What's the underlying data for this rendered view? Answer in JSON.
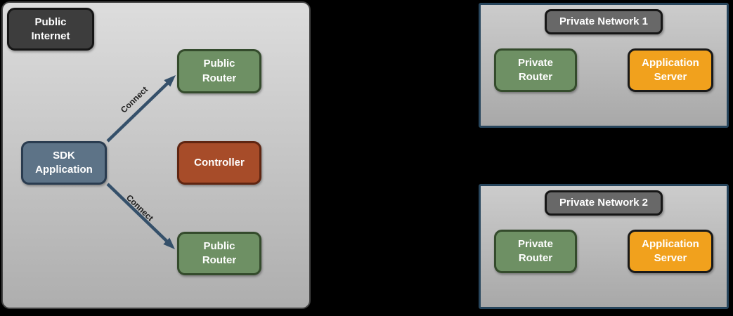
{
  "diagram": {
    "type": "network-architecture"
  },
  "public_internet_zone": {
    "label": "Public\nInternet",
    "nodes": {
      "sdk_application": {
        "label": "SDK\nApplication",
        "fill": "#5d7387",
        "border": "#2a3c50"
      },
      "public_router_top": {
        "label": "Public\nRouter",
        "fill": "#6e9064",
        "border": "#344b2c"
      },
      "controller": {
        "label": "Controller",
        "fill": "#a74c29",
        "border": "#5f2511"
      },
      "public_router_bottom": {
        "label": "Public\nRouter",
        "fill": "#6e9064",
        "border": "#344b2c"
      }
    },
    "connections": [
      {
        "from": "sdk_application",
        "to": "public_router_top",
        "label": "Connect"
      },
      {
        "from": "sdk_application",
        "to": "public_router_bottom",
        "label": "Connect"
      }
    ]
  },
  "private_networks": [
    {
      "title": "Private Network 1",
      "nodes": {
        "private_router": {
          "label": "Private\nRouter",
          "fill": "#6e9064",
          "border": "#344b2c"
        },
        "application_server": {
          "label": "Application\nServer",
          "fill": "#f1a11d",
          "border": "#191919"
        }
      }
    },
    {
      "title": "Private Network 2",
      "nodes": {
        "private_router": {
          "label": "Private\nRouter",
          "fill": "#6e9064",
          "border": "#344b2c"
        },
        "application_server": {
          "label": "Application\nServer",
          "fill": "#f1a11d",
          "border": "#191919"
        }
      }
    }
  ],
  "colors": {
    "canvas_background": "#000000",
    "public_zone_fill_top": "#dddddd",
    "public_zone_fill_bottom": "#aeaeae",
    "public_zone_border": "#424242",
    "private_zone_fill_top": "#cccccc",
    "private_zone_fill_bottom": "#a8a8a8",
    "private_zone_border": "#27455c",
    "badge_dark_fill": "#3d3d3d",
    "badge_gray_fill": "#686868",
    "badge_border": "#161616",
    "arrow_color": "#35506a",
    "node_text": "#ffffff",
    "connect_label_text": "#1b1b1b"
  }
}
